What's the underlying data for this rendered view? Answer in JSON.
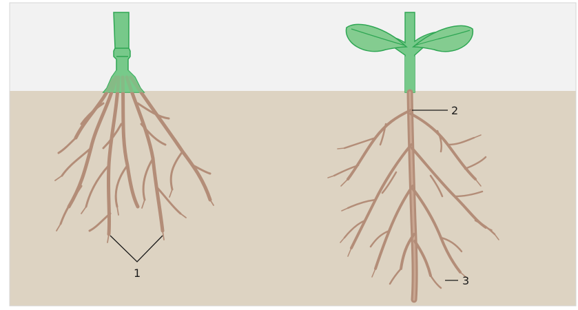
{
  "labels": {
    "fibrous_roots": "1",
    "main_root": "2",
    "lateral_root": "3"
  },
  "colors": {
    "sky": "#f2f2f2",
    "soil": "#ddd3c2",
    "root": "#b38d78",
    "root_highlight": "#c9a792",
    "stem": "#77c98a",
    "stem_outline": "#2ea653",
    "leaf": "#84cc90",
    "frame_border": "#c8c8c8",
    "leader_line": "#1a1a1a"
  }
}
